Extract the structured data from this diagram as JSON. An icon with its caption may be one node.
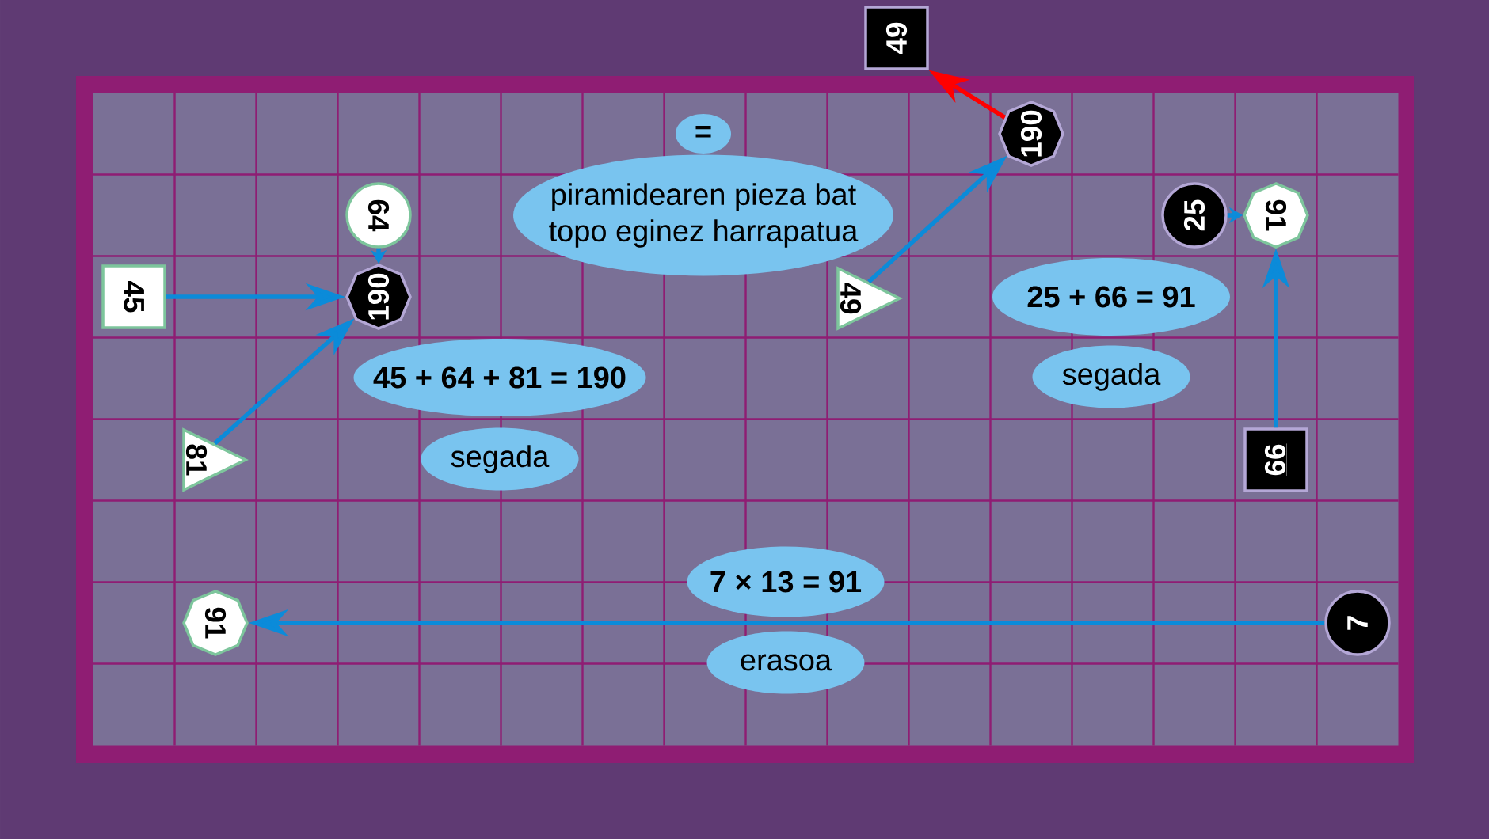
{
  "diagram": {
    "nodes": [
      {
        "text": [
          "49"
        ]
      },
      {
        "text": [
          "="
        ]
      },
      {
        "text": [
          "190"
        ]
      },
      {
        "text": [
          "64"
        ]
      },
      {
        "text": [
          "piramidearen pieza bat topo eginez harrapatua"
        ]
      },
      {
        "text": [
          "25"
        ]
      },
      {
        "text": [
          "91"
        ]
      },
      {
        "text": [
          "45"
        ]
      },
      {
        "text": [
          "190"
        ]
      },
      {
        "text": [
          "49"
        ]
      },
      {
        "text": [
          "25 + 66 = 91"
        ]
      },
      {
        "text": [
          "45 + 64 + 81 = 190"
        ]
      },
      {
        "text": [
          "segada"
        ]
      },
      {
        "text": [
          "81"
        ]
      },
      {
        "text": [
          "segada"
        ]
      },
      {
        "text": [
          "66"
        ]
      },
      {
        "text": [
          "7 × 13 = 91"
        ]
      },
      {
        "text": [
          "91"
        ]
      },
      {
        "text": [
          "7"
        ]
      },
      {
        "text": [
          "erasoa"
        ]
      }
    ],
    "edges": [
      {
        "from": 7,
        "to": 8,
        "arrow": "to"
      },
      {
        "from": 3,
        "to": 8,
        "arrow": "to"
      },
      {
        "from": 13,
        "to": 8,
        "arrow": "to"
      },
      {
        "from": 9,
        "to": 2,
        "arrow": "to"
      },
      {
        "from": 2,
        "to": 0,
        "arrow": "to",
        "color": "#ff0000"
      },
      {
        "from": 5,
        "to": 6,
        "arrow": "to"
      },
      {
        "from": 15,
        "to": 6,
        "arrow": "to"
      },
      {
        "from": 18,
        "to": 17,
        "arrow": "to"
      }
    ]
  }
}
